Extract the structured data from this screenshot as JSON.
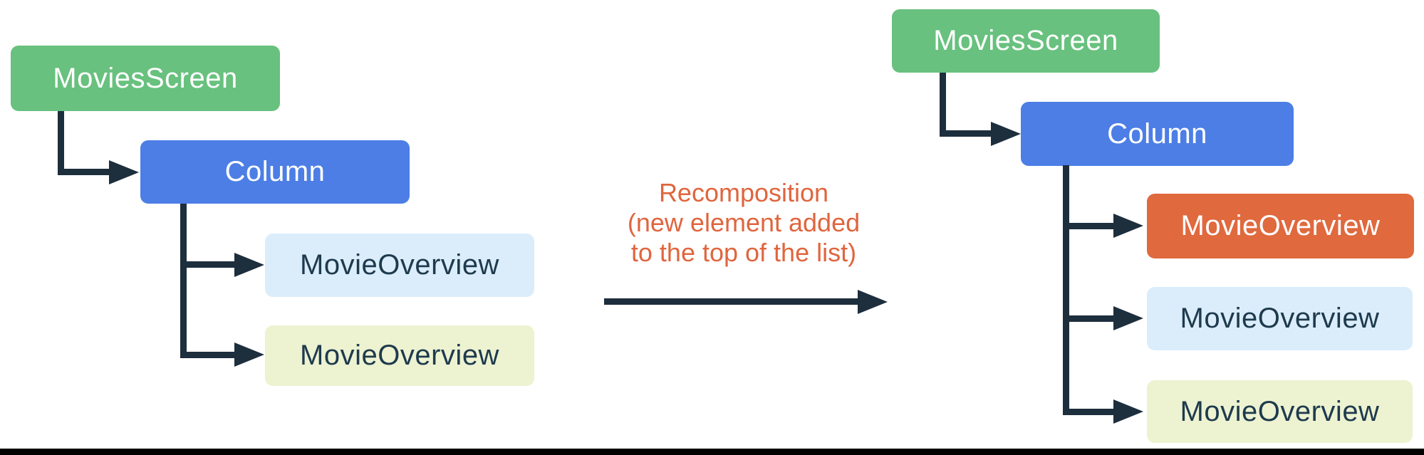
{
  "colors": {
    "green": "#68C17E",
    "blue": "#4C7EE5",
    "orange": "#E0693E",
    "light_blue": "#DBEDFB",
    "light_yellow": "#EDF2D1",
    "navy": "#1D2E3D",
    "navy_text": "#1E3A4D",
    "label_orange": "#E0653E",
    "white": "#FFFFFF",
    "divider": "#000000"
  },
  "left_tree": {
    "root": "MoviesScreen",
    "column": "Column",
    "children": [
      "MovieOverview",
      "MovieOverview"
    ]
  },
  "right_tree": {
    "root": "MoviesScreen",
    "column": "Column",
    "children": [
      "MovieOverview",
      "MovieOverview",
      "MovieOverview"
    ]
  },
  "annotation": {
    "line1": "Recomposition",
    "line2": "(new element added",
    "line3": "to the top of the list)"
  }
}
